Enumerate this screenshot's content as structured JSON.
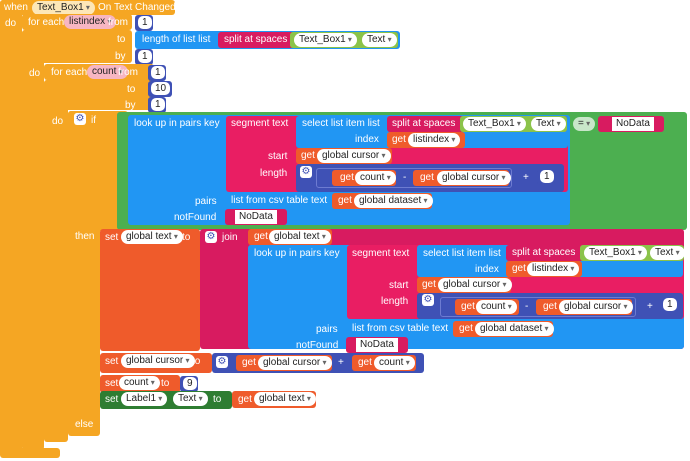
{
  "event": {
    "when": "when",
    "component": "Text_Box1",
    "event_name": "On Text Changed",
    "do": "do"
  },
  "outer_loop": {
    "label": "for each",
    "var": "listindex",
    "from_label": "from",
    "from": "1",
    "to_label": "to",
    "length_of_list": "length of list  list",
    "split": "split at spaces",
    "comp": "Text_Box1",
    "prop": "Text",
    "by_label": "by",
    "by": "1",
    "do": "do"
  },
  "inner_loop": {
    "label": "for each",
    "var": "count",
    "from_label": "from",
    "from": "1",
    "to_label": "to",
    "to": "10",
    "by_label": "by",
    "by": "1",
    "do": "do"
  },
  "if_block": {
    "if": "if",
    "then": "then",
    "else": "else"
  },
  "lookup1": {
    "lookup": "look up in pairs  key",
    "segment": "segment  text",
    "select": "select list item  list",
    "split": "split at spaces",
    "comp": "Text_Box1",
    "prop": "Text",
    "index": "index",
    "get": "get",
    "listindex": "listindex",
    "start": "start",
    "global_cursor": "global cursor",
    "length": "length",
    "count": "count",
    "minus": "-",
    "plus": "+",
    "one": "1",
    "pairs": "pairs",
    "csv": "list from csv table  text",
    "global_dataset": "global dataset",
    "notfound": "notFound",
    "nodata": "NoData",
    "eq": "=",
    "nodata_cmp": "NoData"
  },
  "then_set": {
    "set": "set",
    "global_text": "global text",
    "to": "to",
    "join": "join",
    "get": "get"
  },
  "lookup2": {
    "lookup": "look up in pairs  key",
    "segment": "segment  text",
    "select": "select list item  list",
    "split": "split at spaces",
    "comp": "Text_Box1",
    "prop": "Text",
    "index": "index",
    "listindex": "listindex",
    "start": "start",
    "global_cursor": "global cursor",
    "length": "length",
    "count": "count",
    "minus": "-",
    "plus": "+",
    "one": "1",
    "pairs": "pairs",
    "csv": "list from csv table  text",
    "global_dataset": "global dataset",
    "notfound": "notFound",
    "nodata": "NoData"
  },
  "set_cursor": {
    "set": "set",
    "var": "global cursor",
    "to": "to",
    "get": "get",
    "a": "global cursor",
    "plus": "+",
    "b": "count"
  },
  "set_count": {
    "set": "set",
    "var": "count",
    "to": "to",
    "val": "9"
  },
  "set_label": {
    "set": "set",
    "comp": "Label1",
    "prop": "Text",
    "to": "to",
    "get": "get",
    "val": "global text"
  }
}
